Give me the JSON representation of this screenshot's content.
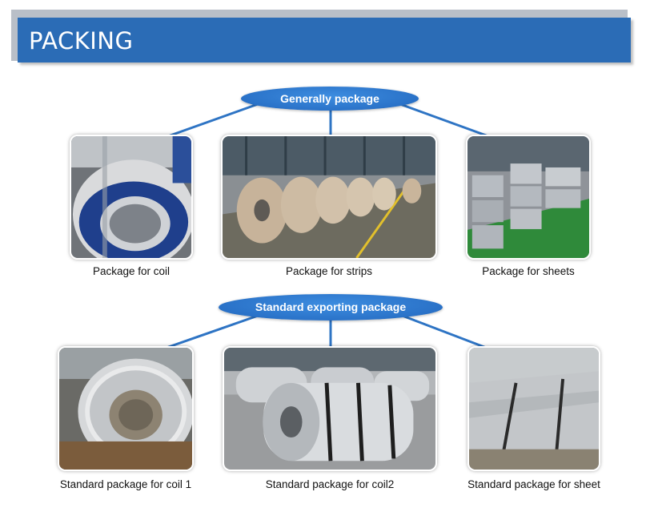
{
  "header": {
    "title": "PACKING"
  },
  "general": {
    "heading": "Generally package",
    "items": [
      {
        "caption": "Package for coil"
      },
      {
        "caption": "Package for strips"
      },
      {
        "caption": "Package for sheets"
      }
    ]
  },
  "standard": {
    "heading": "Standard exporting package",
    "items": [
      {
        "caption": "Standard package for coil 1"
      },
      {
        "caption": "Standard package for coil2"
      },
      {
        "caption": "Standard package for sheet"
      }
    ]
  },
  "colors": {
    "header": "#2b6cb6",
    "pill": "#2a72c8",
    "connector": "#2e74c4"
  }
}
